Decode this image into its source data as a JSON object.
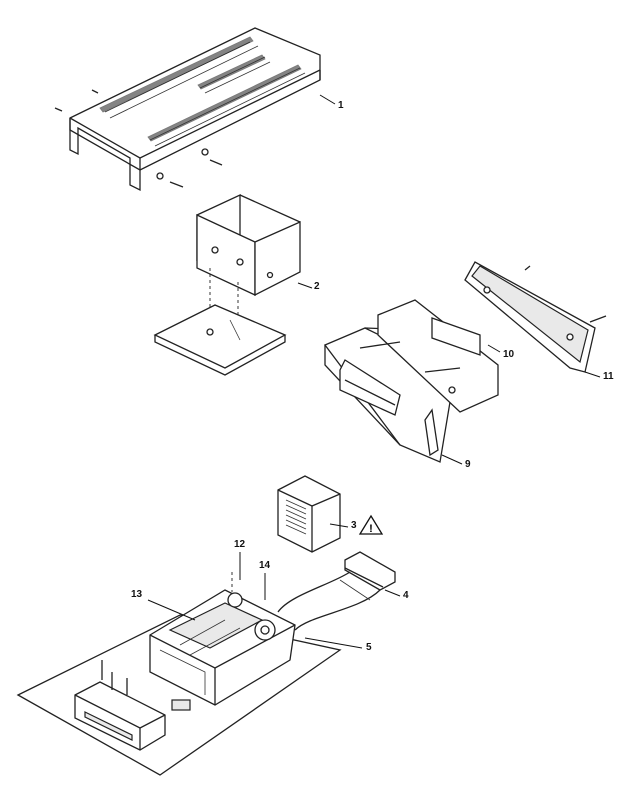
{
  "part_numbers": {
    "p1": "1",
    "p2": "2",
    "p3": "3",
    "p4": "4",
    "p5": "5",
    "p9": "9",
    "p10": "10",
    "p11": "11",
    "p12": "12",
    "p13": "13",
    "p14": "14"
  },
  "warning_symbol": "!",
  "icons": {
    "warning": "warning-triangle-icon"
  }
}
